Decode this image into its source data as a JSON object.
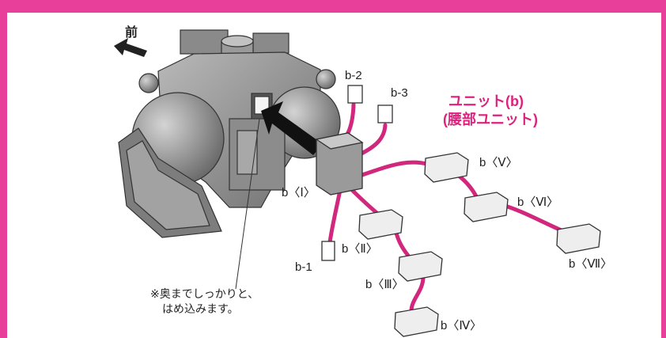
{
  "direction_label": "前",
  "unit_title": "ユニット(b)",
  "unit_subtitle": "(腰部ユニット)",
  "connectors": {
    "b1": "b-1",
    "b2": "b-2",
    "b3": "b-3"
  },
  "modules": {
    "m1": "b〈Ⅰ〉",
    "m2": "b〈Ⅱ〉",
    "m3": "b〈Ⅲ〉",
    "m4": "b〈Ⅳ〉",
    "m5": "b〈Ⅴ〉",
    "m6": "b〈Ⅵ〉",
    "m7": "b〈Ⅶ〉"
  },
  "note": {
    "line1": "※奥までしっかりと、",
    "line2": "はめ込みます。"
  },
  "colors": {
    "frame": "#e83f9b",
    "wire": "#d1277d",
    "unit_text": "#e0207e"
  }
}
